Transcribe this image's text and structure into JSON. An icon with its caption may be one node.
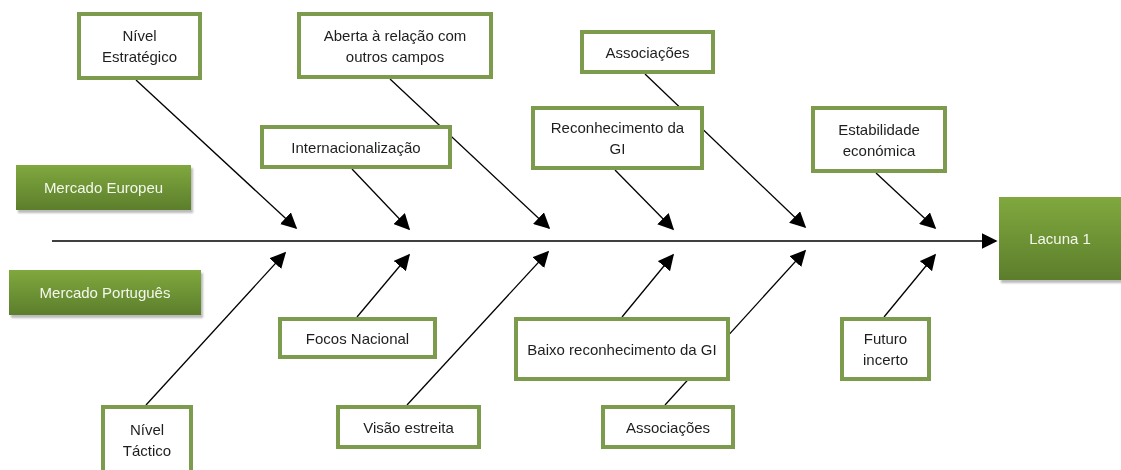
{
  "diagram": {
    "nodes": [
      {
        "text": [
          "Nível Estratégico"
        ]
      },
      {
        "text": [
          "Aberta à relação com outros campos"
        ]
      },
      {
        "text": [
          "Associações"
        ]
      },
      {
        "text": [
          "Internacionalização"
        ]
      },
      {
        "text": [
          "Reconhecimento da GI"
        ]
      },
      {
        "text": [
          "Estabilidade económica"
        ]
      },
      {
        "text": [
          "Mercado Europeu"
        ]
      },
      {
        "text": [
          "Lacuna 1"
        ]
      },
      {
        "text": [
          "Mercado Português"
        ]
      },
      {
        "text": [
          "Focos Nacional"
        ]
      },
      {
        "text": [
          "Baixo reconhecimento da GI"
        ]
      },
      {
        "text": [
          "Futuro incerto"
        ]
      },
      {
        "text": [
          "Nível Táctico"
        ]
      },
      {
        "text": [
          "Visão estreita"
        ]
      },
      {
        "text": [
          "Associações"
        ]
      }
    ],
    "edges": [
      {
        "from": null,
        "to": 7,
        "arrow": "to"
      },
      {
        "from": 0,
        "to": null,
        "arrow": "to"
      },
      {
        "from": 3,
        "to": null,
        "arrow": "to"
      },
      {
        "from": 1,
        "to": null,
        "arrow": "to"
      },
      {
        "from": 4,
        "to": null,
        "arrow": "to"
      },
      {
        "from": 2,
        "to": null,
        "arrow": "to"
      },
      {
        "from": 5,
        "to": null,
        "arrow": "to"
      },
      {
        "from": 12,
        "to": null,
        "arrow": "to"
      },
      {
        "from": 9,
        "to": null,
        "arrow": "to"
      },
      {
        "from": 13,
        "to": null,
        "arrow": "to"
      },
      {
        "from": 10,
        "to": null,
        "arrow": "to"
      },
      {
        "from": 14,
        "to": null,
        "arrow": "to"
      },
      {
        "from": 11,
        "to": null,
        "arrow": "to"
      }
    ]
  }
}
